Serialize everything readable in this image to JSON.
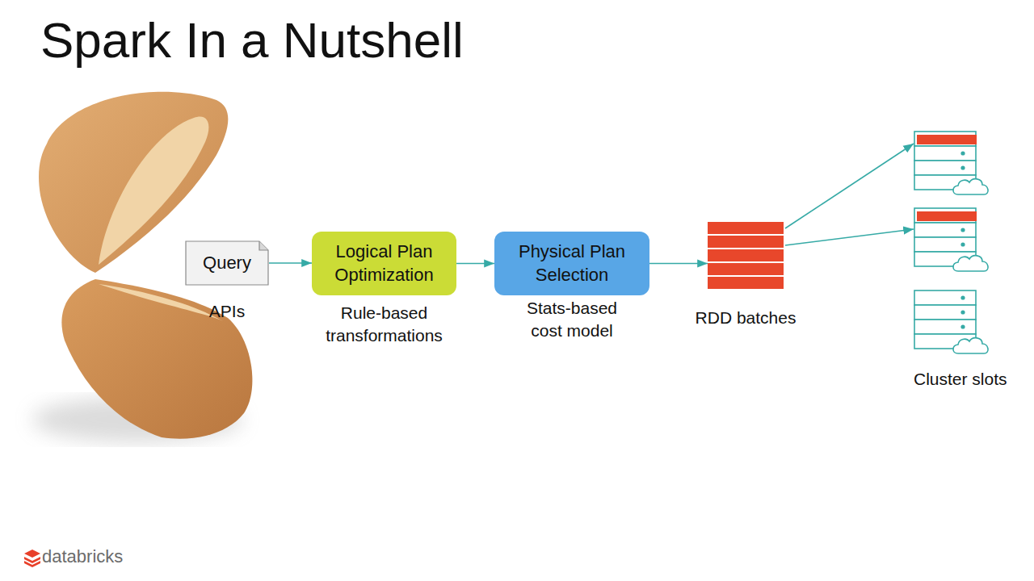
{
  "diagram": {
    "title": "Spark In a Nutshell",
    "nodes": [
      {
        "text": [
          "Query",
          "APIs"
        ]
      },
      {
        "text": [
          "Logical Plan Optimization",
          "Rule-based transformations"
        ]
      },
      {
        "text": [
          "Physical Plan Selection",
          "Stats-based cost model"
        ]
      },
      {
        "text": [
          "RDD batches"
        ]
      }
    ],
    "edges": [
      {
        "from": 0,
        "to": 1,
        "arrow": "to"
      },
      {
        "from": 1,
        "to": 2,
        "arrow": "to"
      },
      {
        "from": 2,
        "to": 3,
        "arrow": "to"
      }
    ],
    "labels": [
      "Cluster slots",
      "databricks"
    ]
  }
}
